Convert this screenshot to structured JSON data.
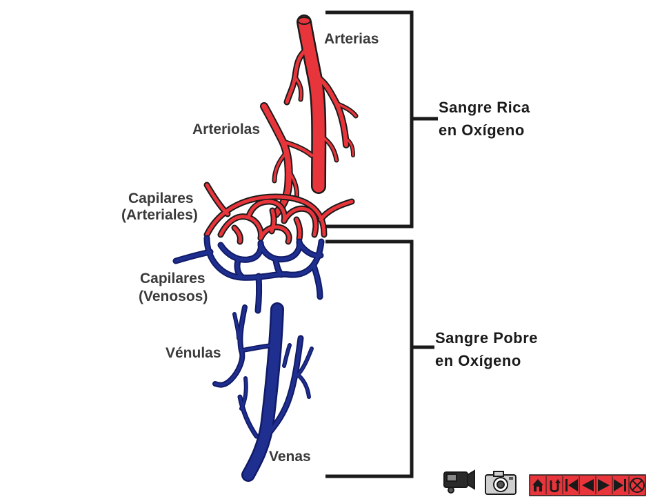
{
  "labels": {
    "arterias": "Arterias",
    "arteriolas": "Arteriolas",
    "capilares_arteriales_1": "Capilares",
    "capilares_arteriales_2": "(Arteriales)",
    "capilares_venosos_1": "Capilares",
    "capilares_venosos_2": "(Venosos)",
    "venulas": "Vénulas",
    "venas": "Venas"
  },
  "groups": {
    "rica_1": "Sangre Rica",
    "rica_2": "en Oxígeno",
    "pobre_1": "Sangre Pobre",
    "pobre_2": "en Oxígeno"
  },
  "colors": {
    "artery": "#e8353b",
    "vein": "#1f2f8f",
    "vein_dark": "#101a66",
    "outline": "#1a1a1a",
    "nav_bg": "#e8353b"
  },
  "toolbar": {
    "icons": [
      "video-camera-icon",
      "photo-camera-icon"
    ],
    "nav": [
      "home-icon",
      "return-icon",
      "first-icon",
      "previous-icon",
      "next-icon",
      "last-icon",
      "close-icon"
    ]
  }
}
